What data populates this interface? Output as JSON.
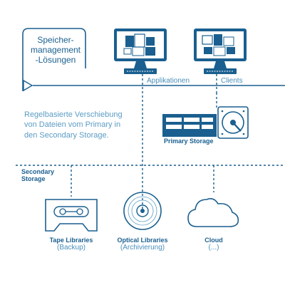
{
  "storage_management": {
    "lines": [
      "Speicher-",
      "management",
      "-Lösungen"
    ]
  },
  "top_labels": {
    "applications": "Applikationen",
    "clients": "Clients"
  },
  "description": {
    "lines": [
      "Regelbasierte Verschiebung",
      "von Dateien vom Primary in",
      "den Secondary Storage."
    ]
  },
  "primary_storage": "Primary Storage",
  "secondary_storage": {
    "lines": [
      "Secondary",
      "Storage"
    ]
  },
  "targets": [
    {
      "title": "Tape Libraries",
      "subtitle": "(Backup)",
      "icon": "tape-icon"
    },
    {
      "title": "Optical Libraries",
      "subtitle": "(Archivierung)",
      "icon": "optical-disc-icon"
    },
    {
      "title": "Cloud",
      "subtitle": "(...)",
      "icon": "cloud-icon"
    }
  ],
  "colors": {
    "primary": "#1a5f8f",
    "light": "#5b9cc4"
  }
}
